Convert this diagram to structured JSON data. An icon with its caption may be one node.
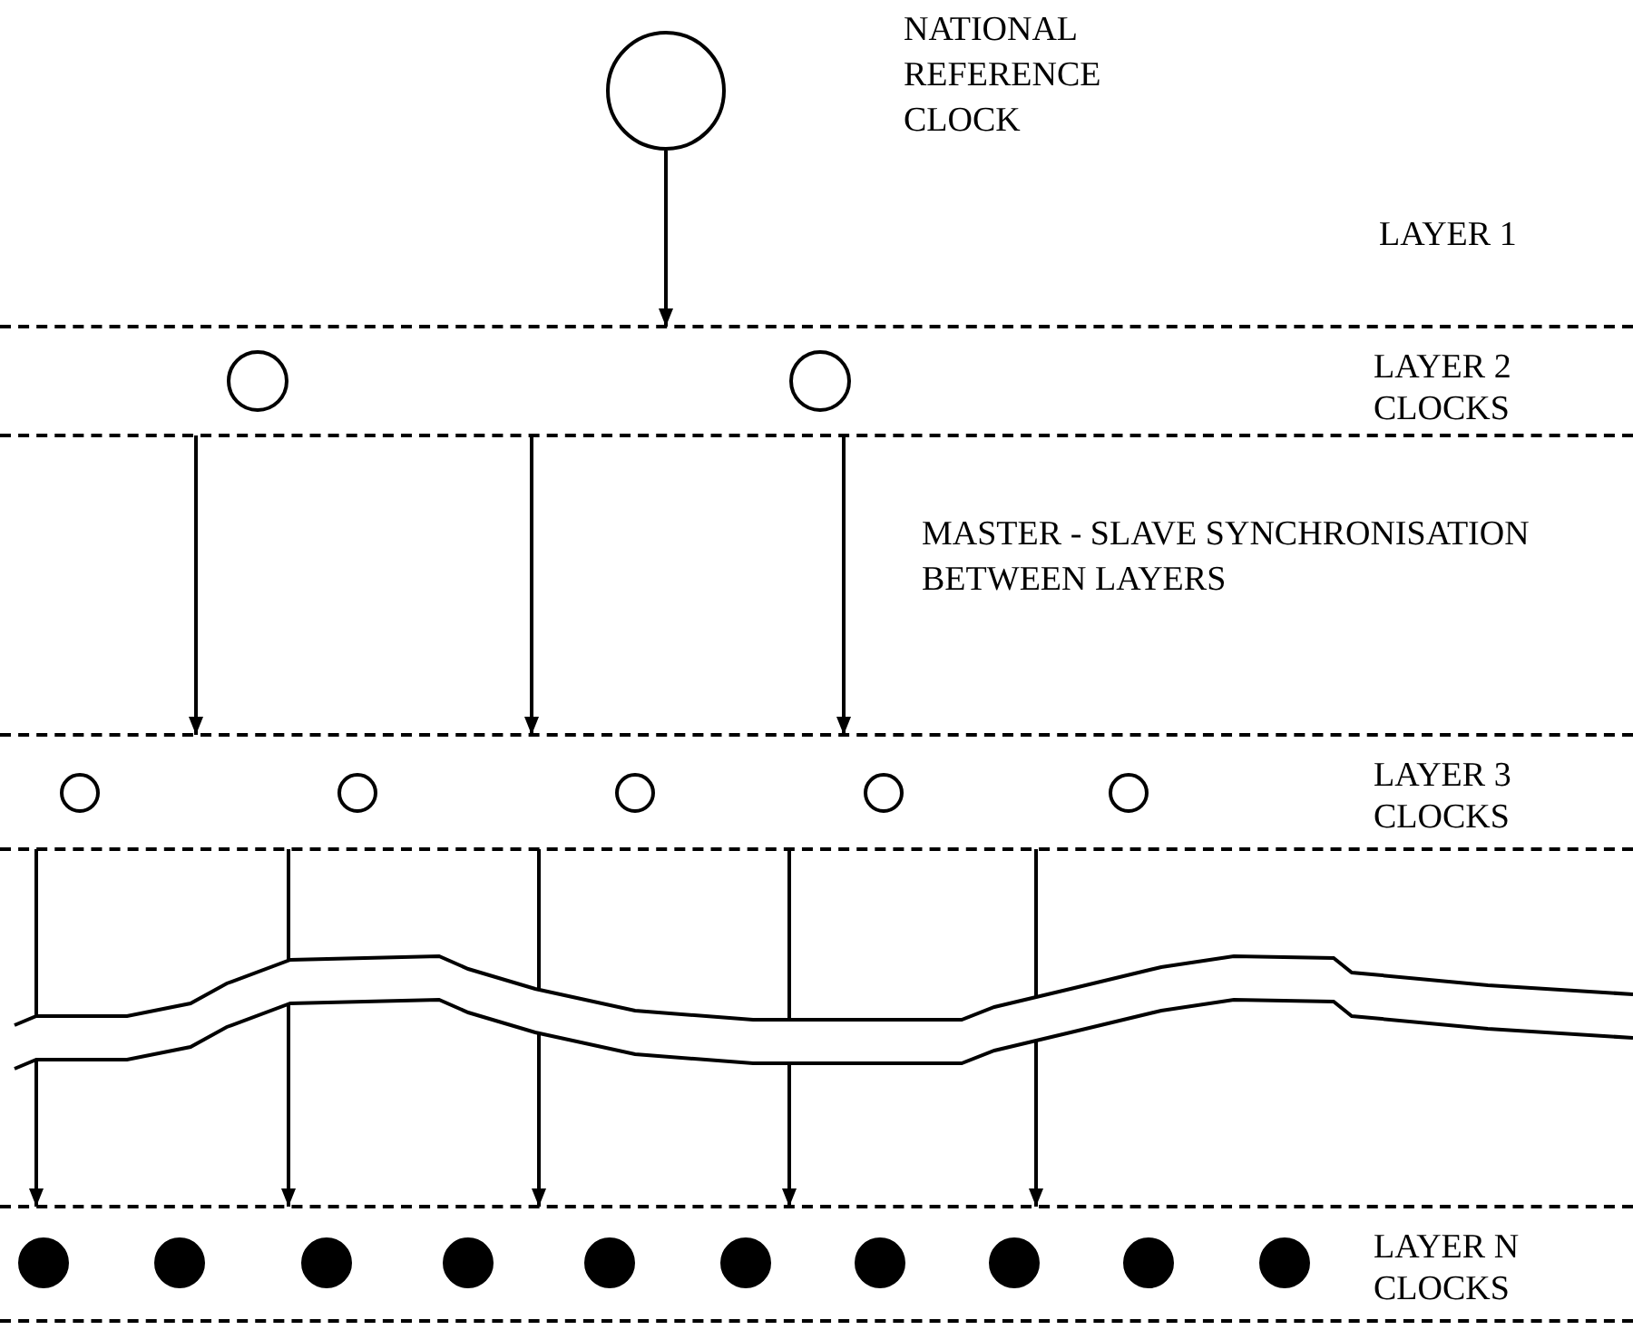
{
  "diagram": {
    "nodes": [
      {
        "text": [],
        "shape": "circle"
      },
      {
        "text": [
          "LAYER 2 CLOCKS"
        ]
      },
      {
        "text": [],
        "shape": "circle",
        "in": 1
      },
      {
        "text": [],
        "shape": "circle",
        "in": 1
      },
      {
        "text": [
          "LAYER 3 CLOCKS"
        ]
      },
      {
        "text": [],
        "shape": "circle",
        "in": 4
      },
      {
        "text": [],
        "shape": "circle",
        "in": 4
      },
      {
        "text": [],
        "shape": "circle",
        "in": 4
      },
      {
        "text": [],
        "shape": "circle",
        "in": 4
      },
      {
        "text": [],
        "shape": "circle",
        "in": 4
      },
      {
        "text": [
          "LAYER N CLOCKS"
        ]
      },
      {
        "text": [],
        "shape": "circle",
        "in": 10
      },
      {
        "text": [],
        "shape": "circle",
        "in": 10
      },
      {
        "text": [],
        "shape": "circle",
        "in": 10
      },
      {
        "text": [],
        "shape": "circle",
        "in": 10
      },
      {
        "text": [],
        "shape": "circle",
        "in": 10
      },
      {
        "text": [],
        "shape": "circle",
        "in": 10
      },
      {
        "text": [],
        "shape": "circle",
        "in": 10
      },
      {
        "text": [],
        "shape": "circle",
        "in": 10
      },
      {
        "text": [],
        "shape": "circle",
        "in": 10
      },
      {
        "text": [],
        "shape": "circle",
        "in": 10
      }
    ],
    "edges": [
      {
        "from": 0,
        "to": 1,
        "arrow": "to"
      },
      {
        "from": 1,
        "to": 4,
        "arrow": "to"
      },
      {
        "from": 1,
        "to": 4,
        "arrow": "to"
      },
      {
        "from": 1,
        "to": 4,
        "arrow": "to"
      },
      {
        "from": 4,
        "to": 10,
        "arrow": "to"
      },
      {
        "from": 4,
        "to": 10,
        "arrow": "to"
      },
      {
        "from": 4,
        "to": 10,
        "arrow": "to"
      },
      {
        "from": 4,
        "to": 10,
        "arrow": "to"
      },
      {
        "from": 4,
        "to": 10,
        "arrow": "to"
      }
    ],
    "labels": [
      "NATIONAL REFERENCE CLOCK",
      "LAYER 1",
      "MASTER - SLAVE SYNCHRONISATION BETWEEN LAYERS"
    ]
  }
}
